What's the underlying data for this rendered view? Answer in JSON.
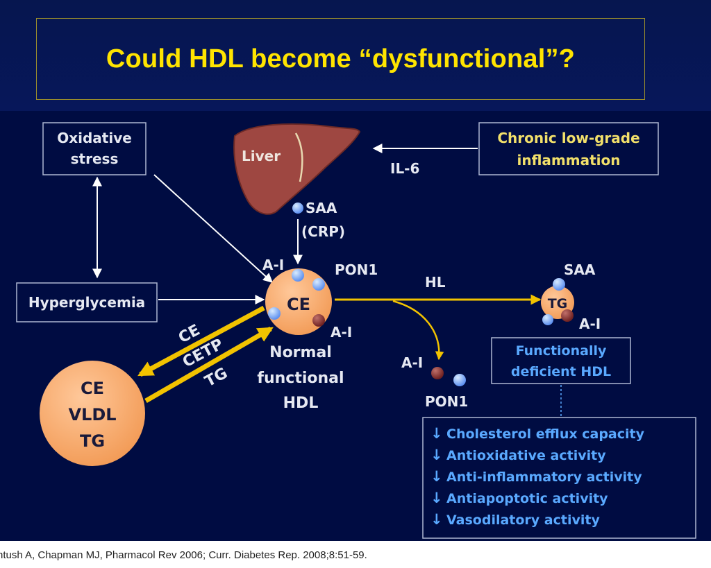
{
  "title": "Could HDL become “dysfunctional”?",
  "diagram": {
    "oxidative_stress": [
      "Oxidative",
      "stress"
    ],
    "chronic_inflammation": [
      "Chronic low-grade",
      "inflammation"
    ],
    "liver": "Liver",
    "il6": "IL-6",
    "saa_crp": [
      "SAA",
      "(CRP)"
    ],
    "hyperglycemia": "Hyperglycemia",
    "normal_hdl": {
      "core": "CE",
      "apoa1_top": "A-I",
      "pon1": "PON1",
      "apoa1_right": "A-I",
      "caption": [
        "Normal",
        "functional",
        "HDL"
      ]
    },
    "hl": "HL",
    "transfer_labels": [
      "CE",
      "CETP",
      "TG"
    ],
    "vldl_particle": [
      "CE",
      "VLDL",
      "TG"
    ],
    "released": {
      "apoa1": "A-I",
      "pon1": "PON1"
    },
    "deficient_hdl": {
      "saa": "SAA",
      "core": "TG",
      "apoa1": "A-I",
      "caption": [
        "Functionally",
        "deficient HDL"
      ]
    },
    "effects": [
      "Cholesterol efflux capacity",
      "Antioxidative activity",
      "Anti-inflammatory activity",
      "Antiapoptotic activity",
      "Vasodilatory activity"
    ],
    "decrease_symbol": "↓",
    "colors": {
      "title": "#ffe400",
      "particle": "#f7a562",
      "arrow_yellow": "#f2c300",
      "deficient_text": "#5aa9ff",
      "inflammation_text": "#f2e06a",
      "liver": "#a24a44"
    }
  },
  "citation": "ntush A, Chapman MJ, Pharmacol Rev 2006; Curr. Diabetes Rep. 2008;8:51-59."
}
